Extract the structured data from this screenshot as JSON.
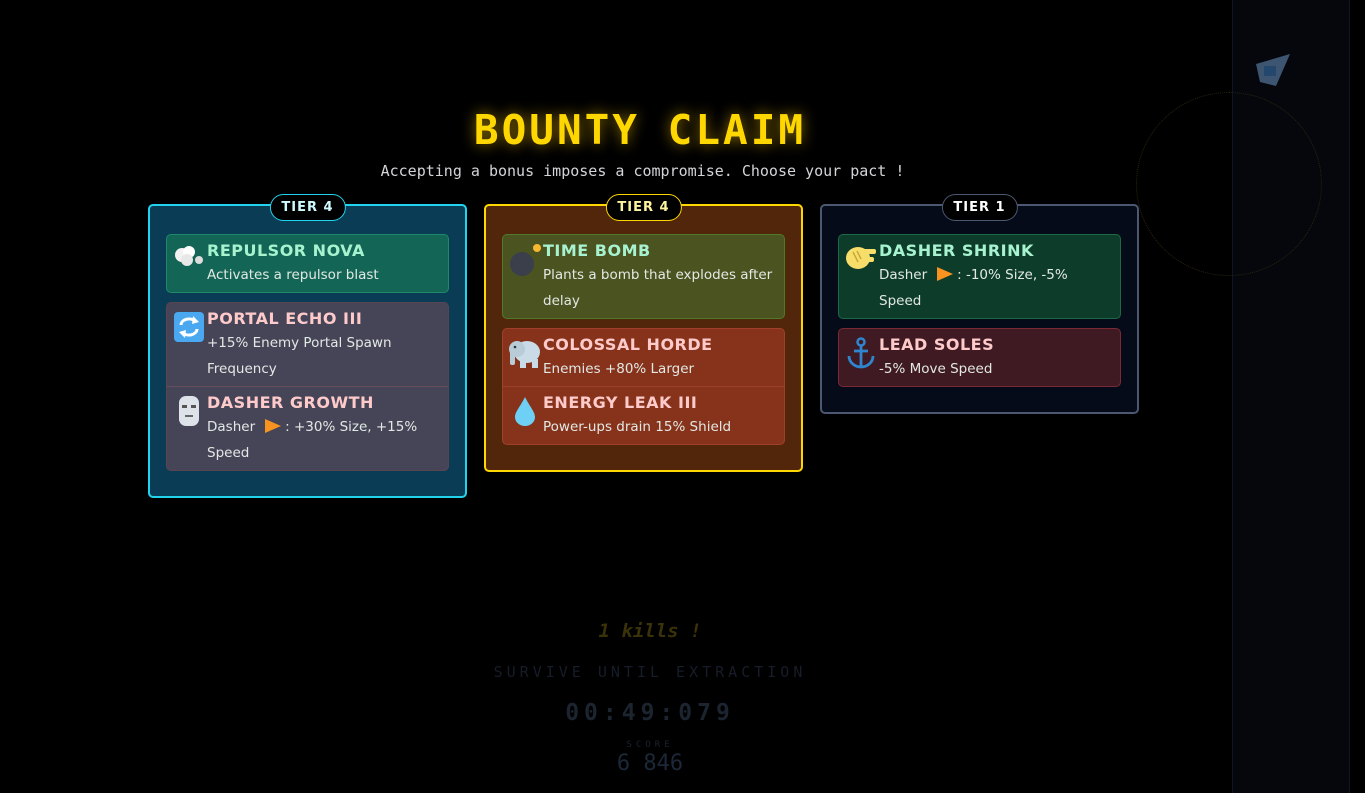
{
  "title": "BOUNTY CLAIM",
  "subtitle": "Accepting a bonus imposes a compromise. Choose your pact !",
  "cards": [
    {
      "tier": "TIER 4",
      "border": "#22d3ee",
      "bg": "#0a3d55",
      "bonus": [
        {
          "icon": "cloud-icon",
          "name": "REPULSOR NOVA",
          "desc": "Activates a repulsor blast"
        }
      ],
      "penalty": [
        {
          "icon": "repeat-icon",
          "name": "PORTAL ECHO III",
          "desc": "+15% Enemy Portal Spawn Frequency"
        },
        {
          "icon": "moai-icon",
          "name": "DASHER GROWTH",
          "desc_prefix": "Dasher",
          "desc": ": +30% Size, +15% Speed"
        }
      ]
    },
    {
      "tier": "TIER 4",
      "border": "#ffd700",
      "bg": "#52260a",
      "bonus": [
        {
          "icon": "bomb-icon",
          "name": "TIME BOMB",
          "desc": "Plants a bomb that explodes after delay"
        }
      ],
      "penalty": [
        {
          "icon": "elephant-icon",
          "name": "COLOSSAL HORDE",
          "desc": "Enemies +80% Larger"
        },
        {
          "icon": "droplet-icon",
          "name": "ENERGY LEAK III",
          "desc": "Power-ups drain 15% Shield"
        }
      ]
    },
    {
      "tier": "TIER 1",
      "border": "#4b5870",
      "bg": "#050b18",
      "bonus": [
        {
          "icon": "pinch-icon",
          "name": "DASHER SHRINK",
          "desc_prefix": "Dasher",
          "desc": ": -10% Size, -5% Speed"
        }
      ],
      "penalty": [
        {
          "icon": "anchor-icon",
          "name": "LEAD SOLES",
          "desc": "-5% Move Speed"
        }
      ]
    }
  ],
  "hud": {
    "kills": "1 kills !",
    "objective": "SURVIVE UNTIL EXTRACTION",
    "timer": "00:49:079",
    "score_label": "SCORE",
    "score": "6 846"
  }
}
